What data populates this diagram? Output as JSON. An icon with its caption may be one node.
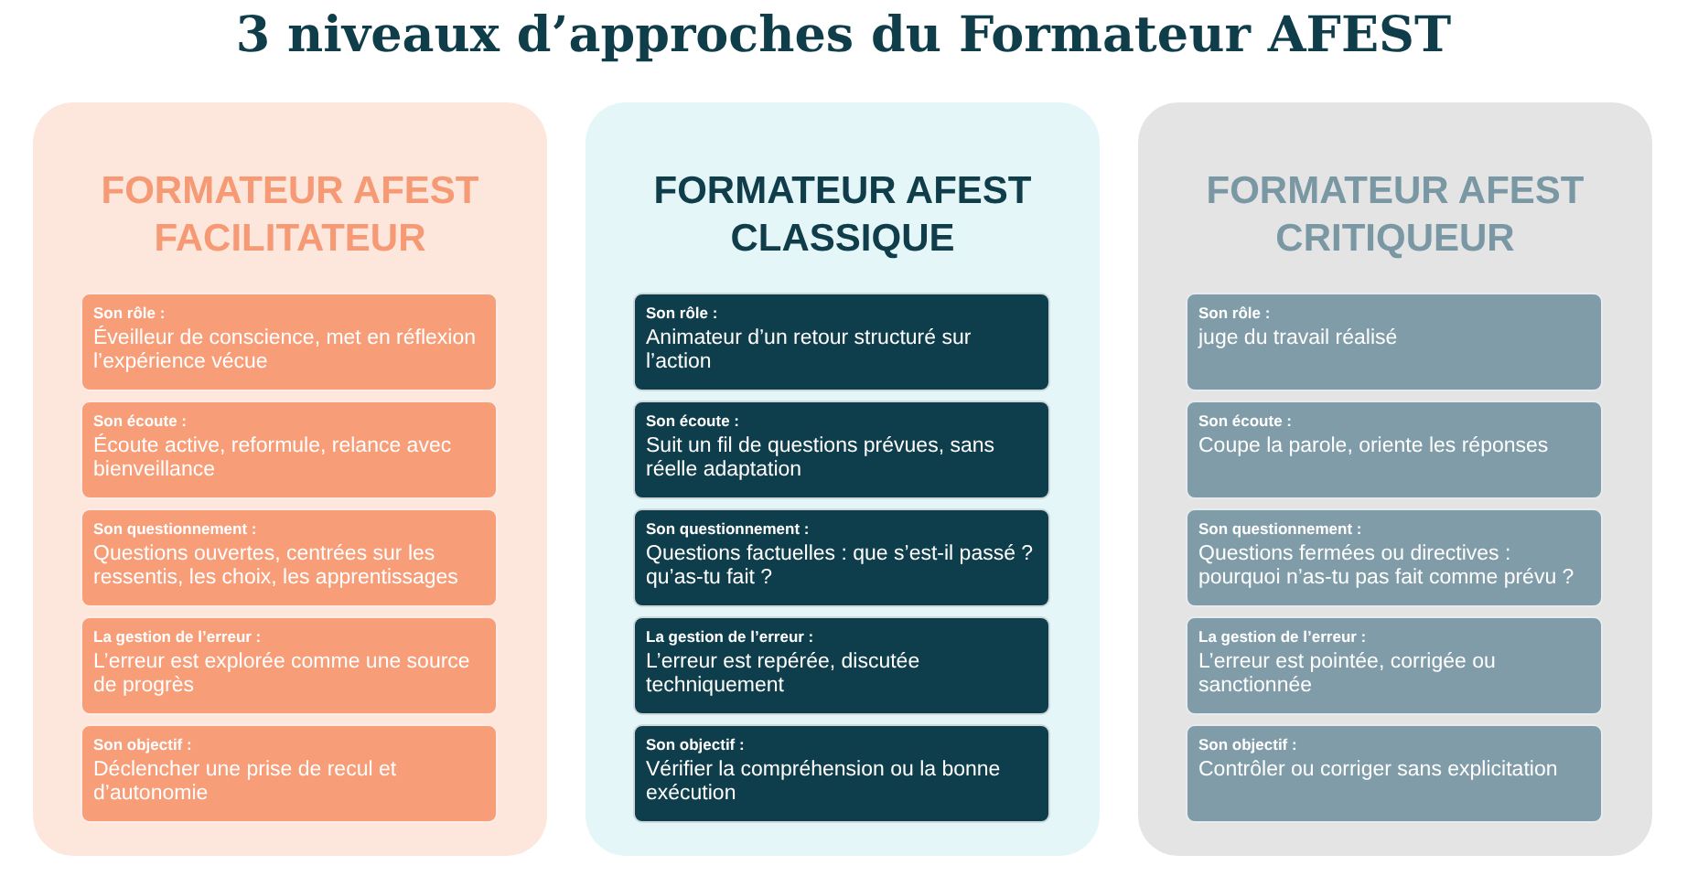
{
  "diagram": {
    "title": "3 niveaux d’approches du Formateur AFEST",
    "nodes": [
      {
        "text": [
          "FORMATEUR AFEST FACILITATEUR"
        ]
      },
      {
        "text": [
          "Son rôle :",
          "Éveilleur de conscience, met en réflexion l’expérience vécue"
        ],
        "in": 0
      },
      {
        "text": [
          "Son écoute :",
          "Écoute active, reformule, relance avec bienveillance"
        ],
        "in": 0
      },
      {
        "text": [
          "Son questionnement :",
          "Questions ouvertes, centrées sur les ressentis, les choix, les apprentissages"
        ],
        "in": 0
      },
      {
        "text": [
          "La gestion de l’erreur :",
          "L’erreur est explorée comme une source de progrès"
        ],
        "in": 0
      },
      {
        "text": [
          "Son objectif :",
          "Déclencher une prise de recul et d’autonomie"
        ],
        "in": 0
      },
      {
        "text": [
          "FORMATEUR AFEST CLASSIQUE"
        ]
      },
      {
        "text": [
          "Son rôle :",
          "Animateur d’un retour structuré sur l’action"
        ],
        "in": 6
      },
      {
        "text": [
          "Son écoute :",
          "Suit un fil de questions prévues, sans réelle adaptation"
        ],
        "in": 6
      },
      {
        "text": [
          "Son questionnement :",
          "Questions factuelles : que s’est-il passé ? qu’as-tu fait ?"
        ],
        "in": 6
      },
      {
        "text": [
          "La gestion de l’erreur :",
          "L’erreur est repérée, discutée techniquement"
        ],
        "in": 6
      },
      {
        "text": [
          "Son objectif :",
          "Vérifier la compréhension ou la bonne exécution"
        ],
        "in": 6
      },
      {
        "text": [
          "FORMATEUR AFEST CRITIQUEUR"
        ]
      },
      {
        "text": [
          "Son rôle :",
          "juge du travail réalisé"
        ],
        "in": 12
      },
      {
        "text": [
          "Son écoute :",
          "Coupe la parole, oriente les réponses"
        ],
        "in": 12
      },
      {
        "text": [
          "Son questionnement :",
          "Questions fermées ou directives : pourquoi n’as-tu pas fait comme prévu ?"
        ],
        "in": 12
      },
      {
        "text": [
          "La gestion de l’erreur :",
          "L’erreur est pointée, corrigée ou sanctionnée"
        ],
        "in": 12
      },
      {
        "text": [
          "Son objectif :",
          "Contrôler ou corriger sans explicitation"
        ],
        "in": 12
      }
    ],
    "edges": []
  }
}
